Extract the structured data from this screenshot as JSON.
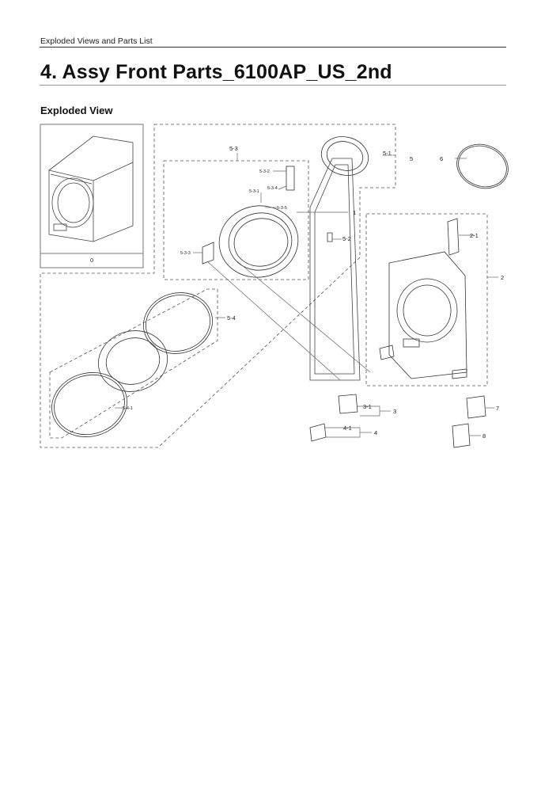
{
  "header": {
    "breadcrumb": "Exploded Views and Parts List"
  },
  "title": "4.  Assy Front Parts_6100AP_US_2nd",
  "section_title": "Exploded View",
  "callouts": {
    "c0": "0",
    "c1": "1",
    "c2": "2",
    "c21": "2-1",
    "c3": "3",
    "c31": "3-1",
    "c4": "4",
    "c41": "4-1",
    "c5": "5",
    "c51": "5-1",
    "c52": "5-2",
    "c53": "5-3",
    "c531": "5-3-1",
    "c532": "5-3-2",
    "c533": "5-3-3",
    "c534": "5-3-4",
    "c535": "5-3-5",
    "c54": "5-4",
    "c541": "5-4-1",
    "c6": "6",
    "c7": "7",
    "c8": "8"
  }
}
